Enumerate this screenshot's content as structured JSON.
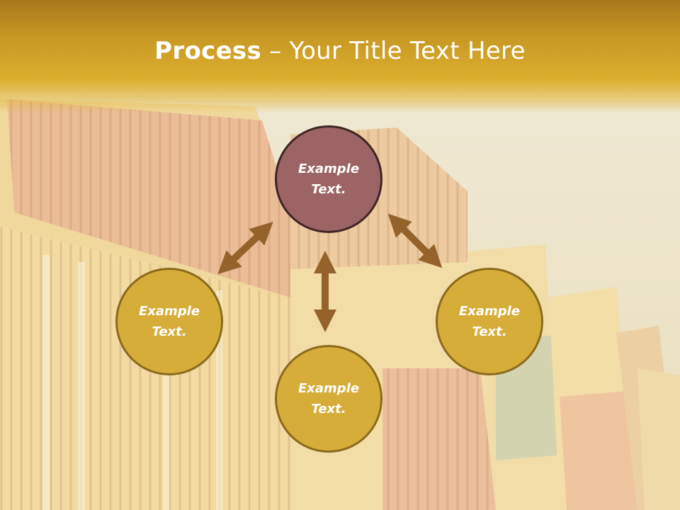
{
  "slide": {
    "title_bold": "Process",
    "title_rest": " – Your Title Text Here"
  },
  "diagram": {
    "nodes": [
      {
        "id": "top",
        "label": "Example Text.",
        "color": "#9c6464"
      },
      {
        "id": "left",
        "label": "Example Text.",
        "color": "#d7ad3a"
      },
      {
        "id": "right",
        "label": "Example Text.",
        "color": "#d7ad3a"
      },
      {
        "id": "bottom",
        "label": "Example Text.",
        "color": "#d7ad3a"
      }
    ],
    "arrow_color": "#94622a"
  }
}
